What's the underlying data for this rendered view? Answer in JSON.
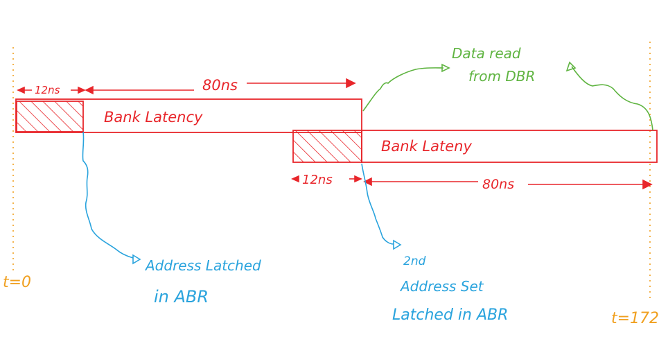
{
  "labels": {
    "dur_12_top": "12ns",
    "dur_80_top": "80ns",
    "bank_latency_1": "Bank Latency",
    "bank_latency_2": "Bank Lateny",
    "dur_12_bottom": "12ns",
    "dur_80_bottom": "80ns",
    "data_read_line1": "Data read",
    "data_read_line2": "from DBR",
    "addr1_line1": "Address Latched",
    "addr1_line2": "in ABR",
    "addr2_line1": "2nd",
    "addr2_line2": "Address Set",
    "addr2_line3": "Latched in ABR",
    "t_start": "t=0",
    "t_end": "t=172"
  },
  "colors": {
    "red": "#e8262b",
    "blue": "#29a3dd",
    "green": "#5fb441",
    "orange": "#f0a020"
  }
}
